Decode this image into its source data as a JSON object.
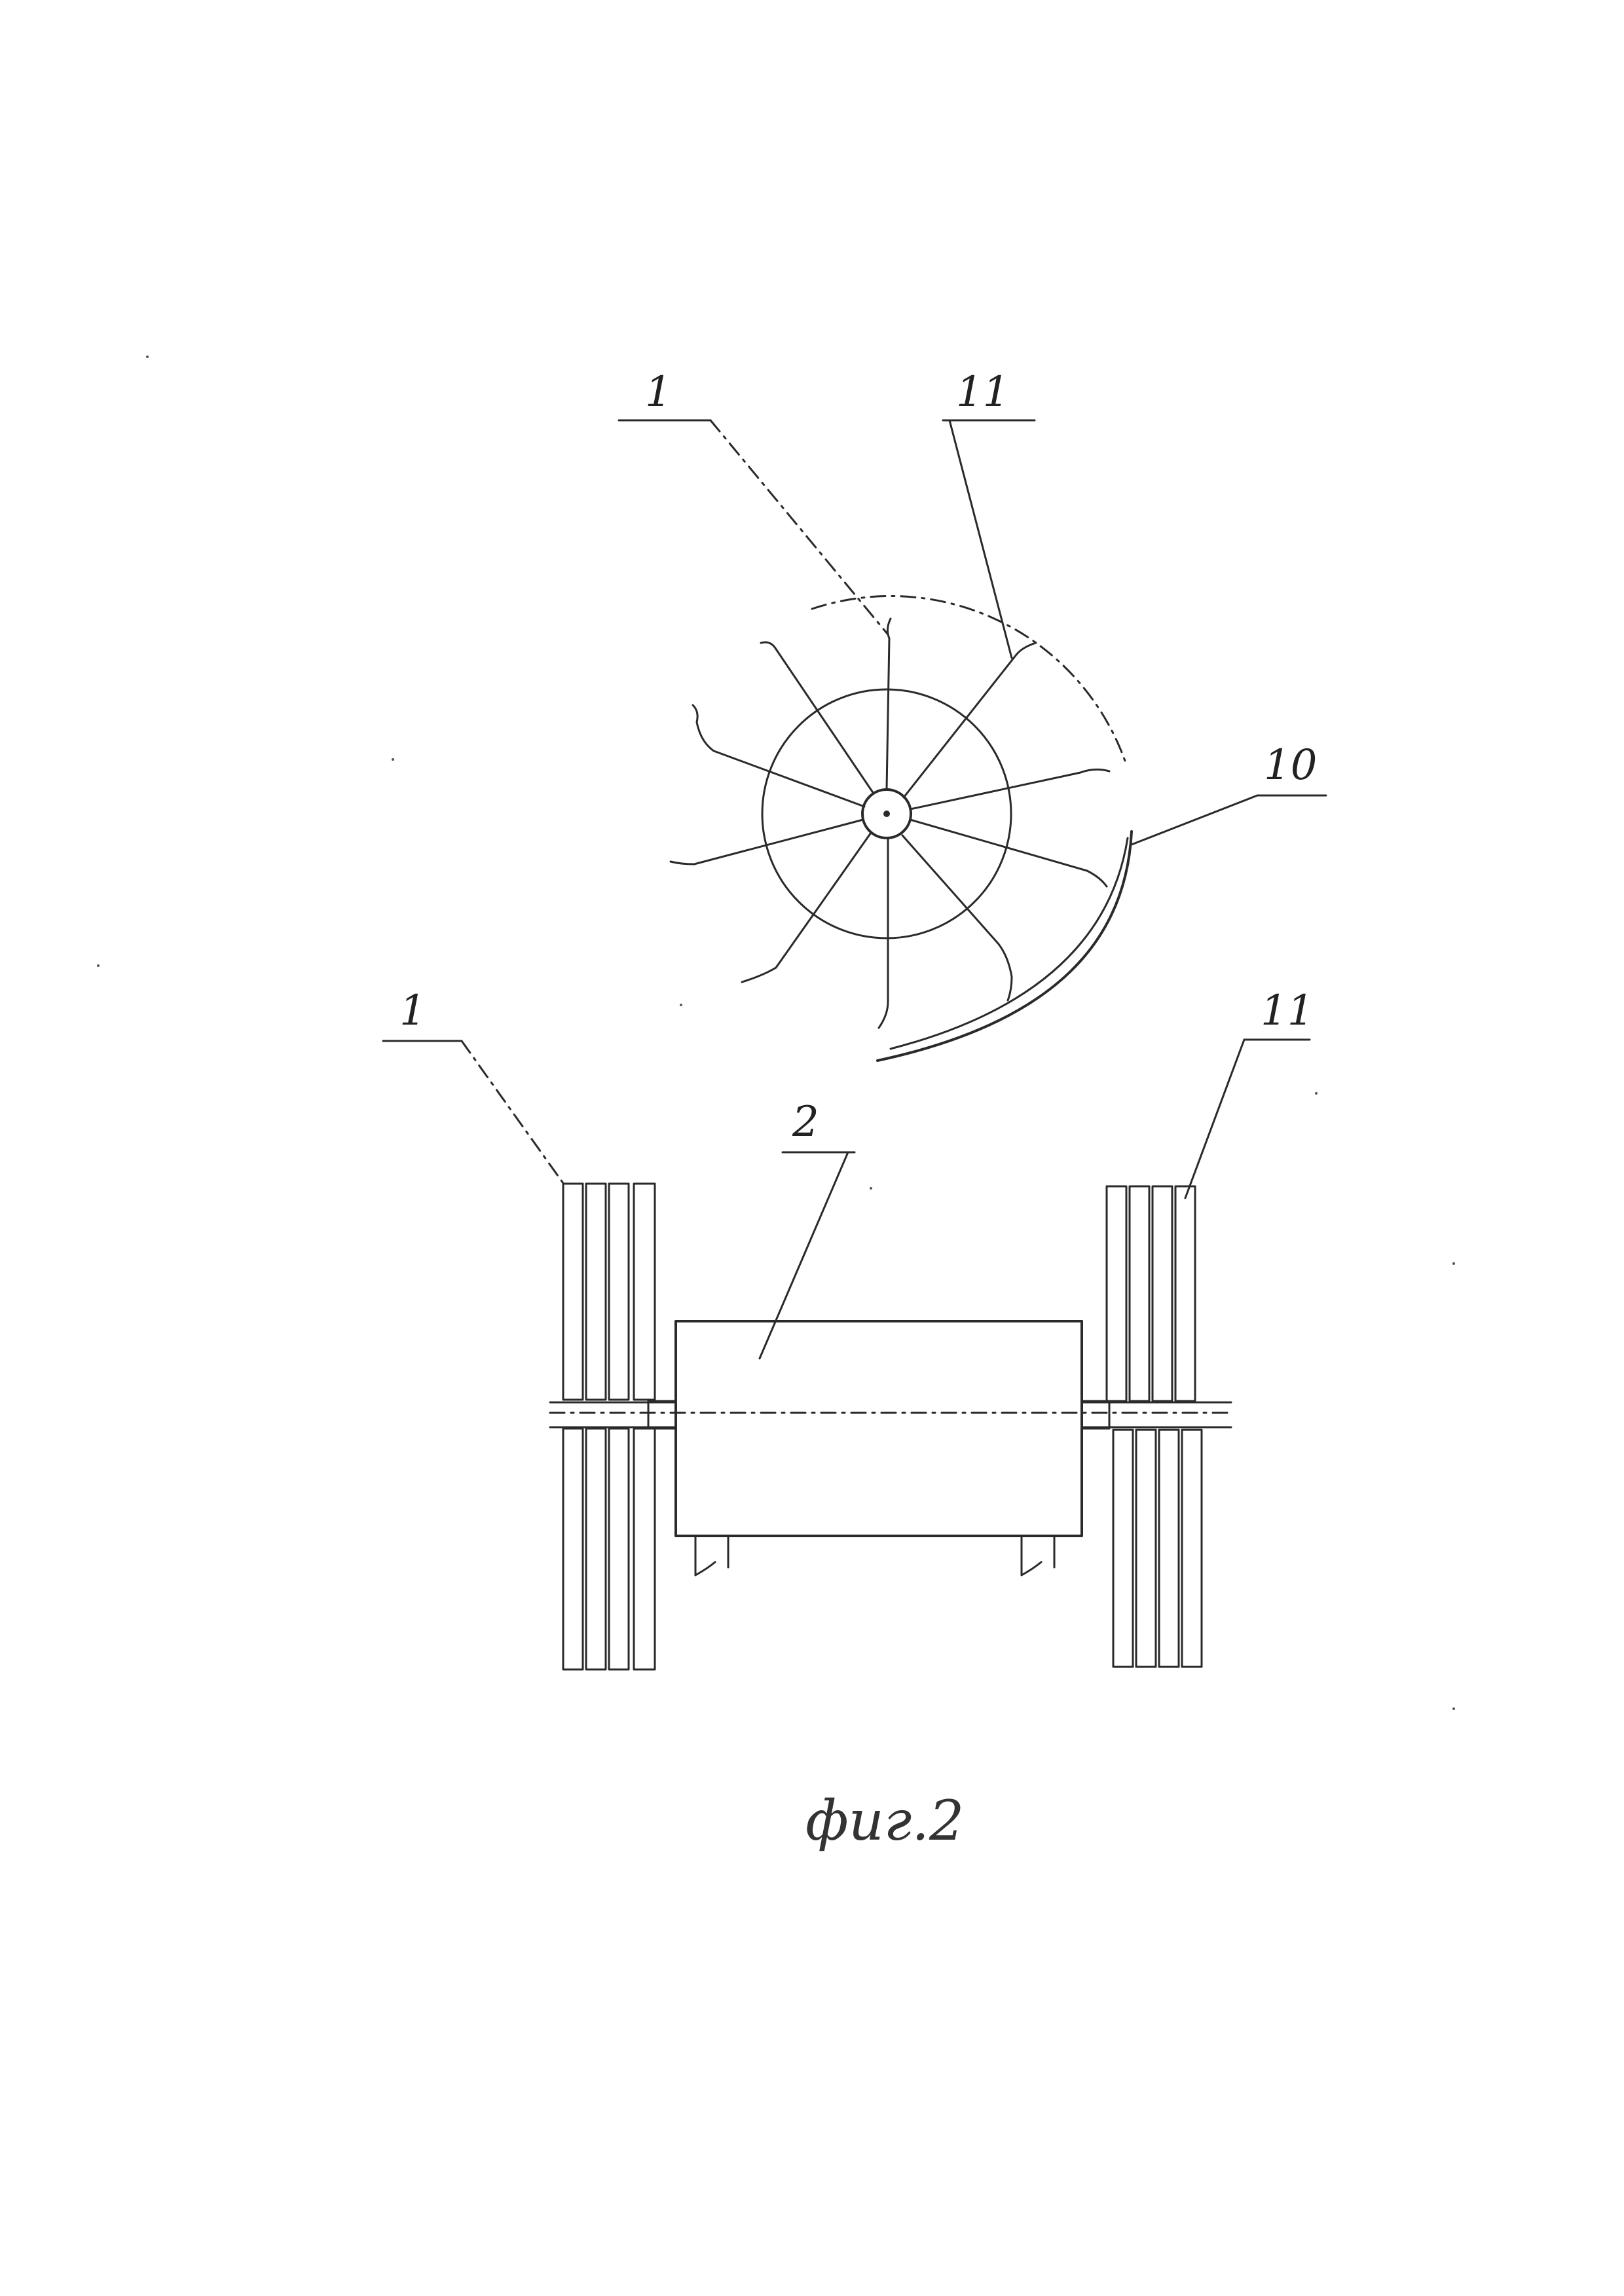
{
  "figure": {
    "caption": "фиг.2"
  },
  "labels": {
    "top_reel": "1",
    "top_tine": "11",
    "guard": "10",
    "bottom_left_reel": "1",
    "drum": "2",
    "bottom_right_tine": "11"
  },
  "colors": {
    "ink": "#2a2a2a",
    "paper": "#ffffff"
  }
}
